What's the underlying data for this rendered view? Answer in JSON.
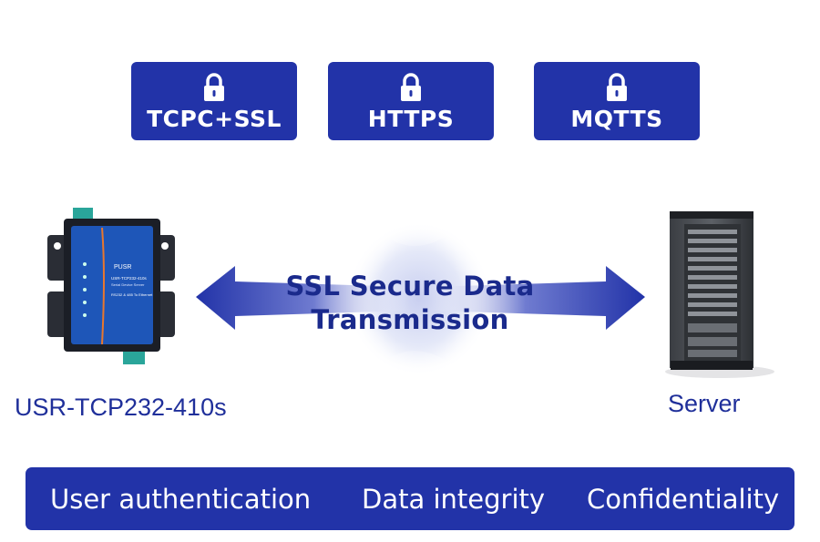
{
  "protocols": [
    {
      "label": "TCPC+SSL",
      "icon": "lock-icon"
    },
    {
      "label": "HTTPS",
      "icon": "lock-icon"
    },
    {
      "label": "MQTTS",
      "icon": "lock-icon"
    }
  ],
  "transmission": {
    "line1": "SSL Secure Data",
    "line2": "Transmission"
  },
  "device": {
    "label": "USR-TCP232-410s",
    "brand": "PUSR",
    "model": "USR-TCP232-410s",
    "subtitle": "Serial Device Server",
    "desc": "RS232 & 485 To Ethernet"
  },
  "server": {
    "label": "Server"
  },
  "features": [
    "User authentication",
    "Data integrity",
    "Confidentiality"
  ],
  "colors": {
    "primary": "#2233a8",
    "text": "#1f2f9a"
  }
}
